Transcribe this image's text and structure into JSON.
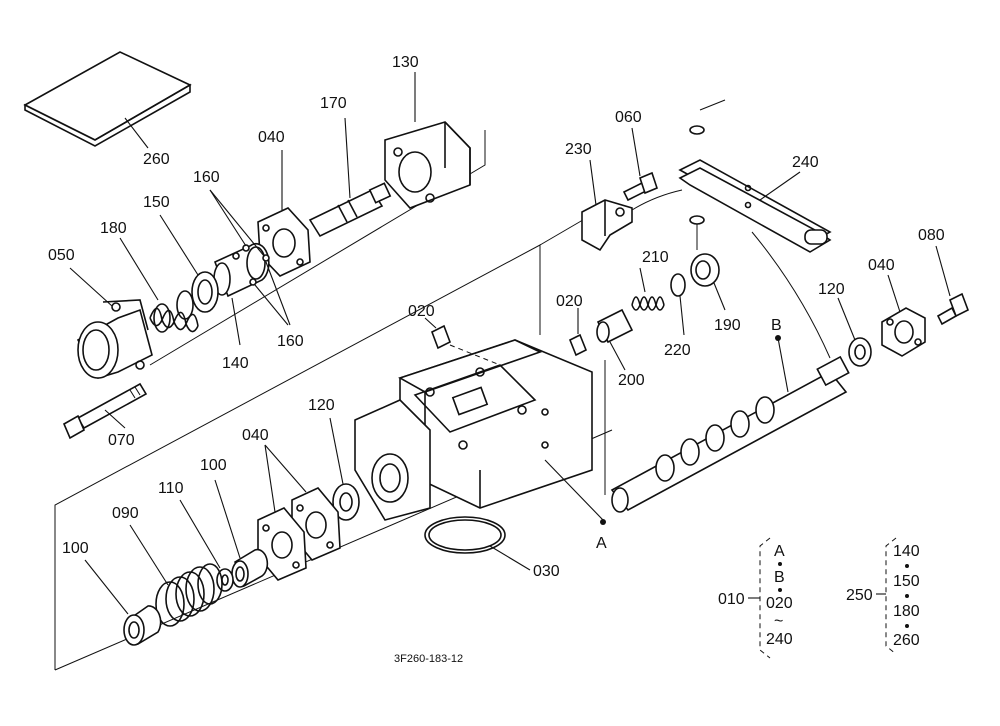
{
  "drawing_code": "3F260-183-12",
  "part_numbers": {
    "p260": "260",
    "p130": "130",
    "p170": "170",
    "p040a": "040",
    "p160a": "160",
    "p150": "150",
    "p180": "180",
    "p050": "050",
    "p140": "140",
    "p160b": "160",
    "p070": "070",
    "p020a": "020",
    "p120a": "120",
    "p040b": "040",
    "p100a": "100",
    "p110": "110",
    "p090": "090",
    "p100b": "100",
    "p030": "030",
    "pA": "A",
    "p230": "230",
    "p060": "060",
    "p240": "240",
    "p210": "210",
    "p020b": "020",
    "p220": "220",
    "p190": "190",
    "p200": "200",
    "pB": "B",
    "p080": "080",
    "p040c": "040",
    "p120b": "120"
  },
  "legend_010": {
    "id": "010",
    "items": [
      "A",
      "B",
      "020",
      "~",
      "240"
    ]
  },
  "legend_250": {
    "id": "250",
    "items": [
      "140",
      "150",
      "180",
      "260"
    ]
  }
}
